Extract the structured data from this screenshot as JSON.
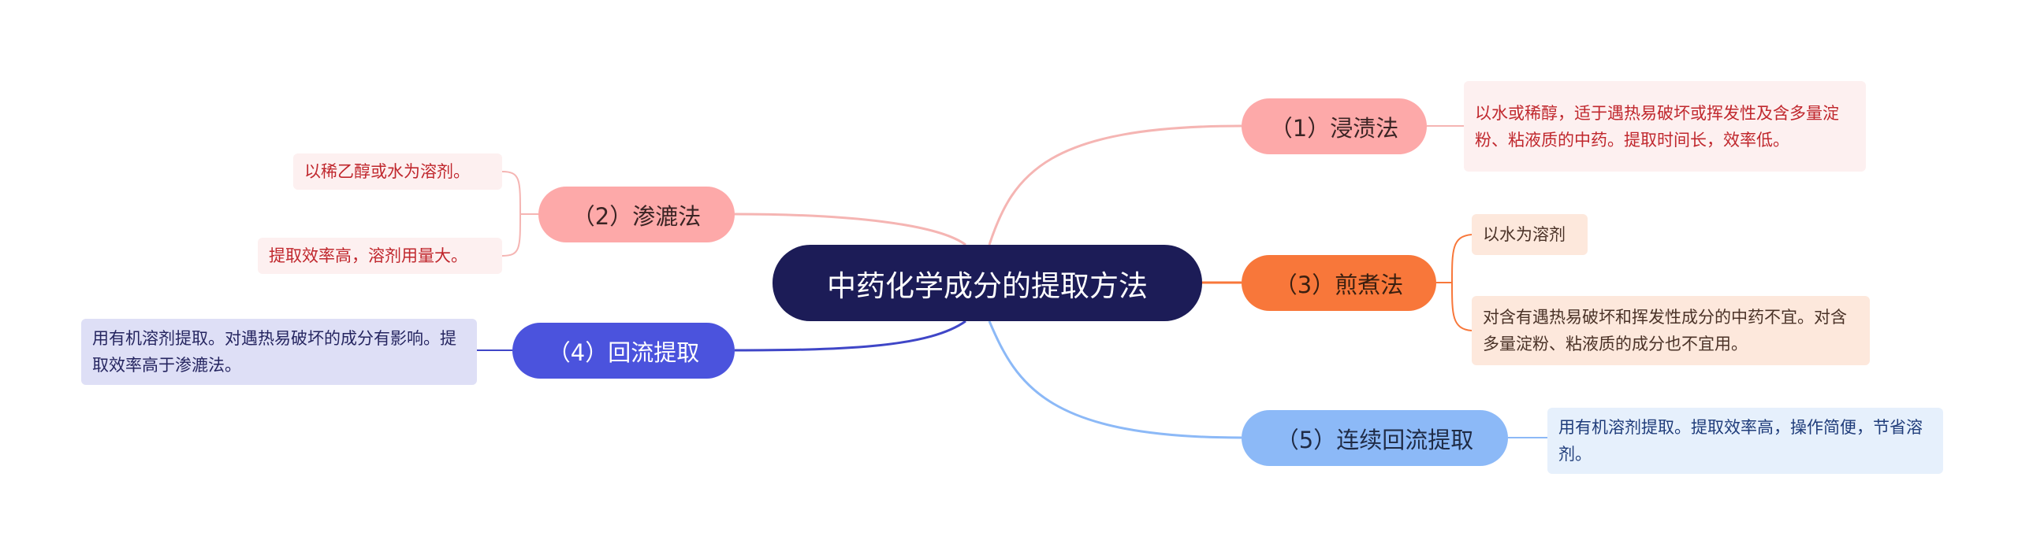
{
  "central": "中药化学成分的提取方法",
  "branches": {
    "b1": {
      "label": "（1）浸渍法",
      "notes": [
        "以水或稀醇，适于遇热易破坏或挥发性及含多量淀粉、粘液质的中药。提取时间长，效率低。"
      ]
    },
    "b2": {
      "label": "（2）渗漉法",
      "notes": [
        "以稀乙醇或水为溶剂。",
        "提取效率高，溶剂用量大。"
      ]
    },
    "b3": {
      "label": "（3）煎煮法",
      "notes": [
        "以水为溶剂",
        "对含有遇热易破坏和挥发性成分的中药不宜。对含多量淀粉、粘液质的成分也不宜用。"
      ]
    },
    "b4": {
      "label": "（4）回流提取",
      "notes": [
        "用有机溶剂提取。对遇热易破坏的成分有影响。提取效率高于渗漉法。"
      ]
    },
    "b5": {
      "label": "（5）连续回流提取",
      "notes": [
        "用有机溶剂提取。提取效率高，操作简便，节省溶剂。"
      ]
    }
  },
  "colors": {
    "central": "#1c1c57",
    "pink": "#fda9a9",
    "orange": "#f8773a",
    "blue": "#4b53dd",
    "light_blue": "#8cb9f7"
  }
}
